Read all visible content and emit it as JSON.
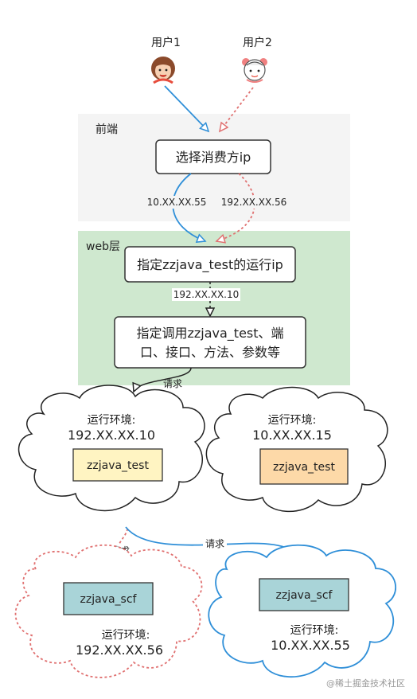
{
  "users": {
    "user1_label": "用户1",
    "user2_label": "用户2"
  },
  "frontend": {
    "label": "前端",
    "box_text": "选择消费方ip",
    "ip_left": "10.XX.XX.55",
    "ip_right": "192.XX.XX.56"
  },
  "web": {
    "label": "web层",
    "box1_text": "指定zzjava_test的运行ip",
    "ip_label": "192.XX.XX.10",
    "box2_line1": "指定调用zzjava_test、端",
    "box2_line2": "口、接口、方法、参数等"
  },
  "edges": {
    "request_1": "请求",
    "request_2": "请求",
    "request_3": "请求"
  },
  "clouds": {
    "env1_label": "运行环境:",
    "env1_ip": "192.XX.XX.10",
    "env1_service": "zzjava_test",
    "env2_label": "运行环境:",
    "env2_ip": "10.XX.XX.15",
    "env2_service": "zzjava_test",
    "env3_label": "运行环境:",
    "env3_ip": "192.XX.XX.56",
    "env3_service": "zzjava_scf",
    "env4_label": "运行环境:",
    "env4_ip": "10.XX.XX.55",
    "env4_service": "zzjava_scf"
  },
  "watermark": "@稀土掘金技术社区",
  "colors": {
    "blue": "#2f8fd8",
    "red": "#e07070",
    "frontend_bg": "#f4f4f4",
    "web_bg": "#cfe8cf",
    "yellow_box": "#fff4c2",
    "orange_box": "#fdd9a8",
    "teal_box": "#a9d4d8"
  }
}
